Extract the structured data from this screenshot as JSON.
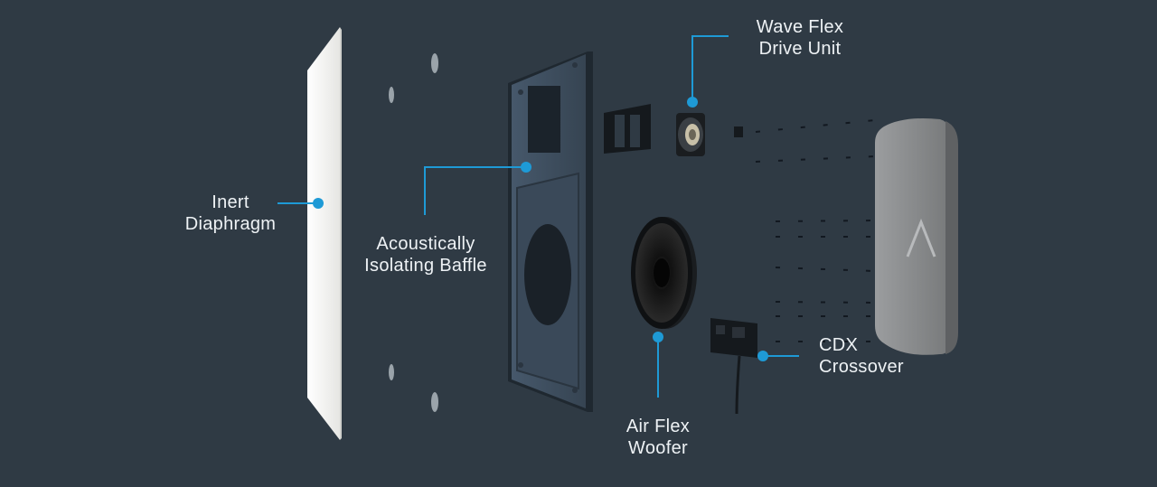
{
  "colors": {
    "background": "#2f3a44",
    "callout": "#1e9ad6",
    "label": "#eef2f5",
    "panel": "#f3f3f1",
    "baffle": "#3e4e5f",
    "back_cover": "#8a8c8e"
  },
  "labels": {
    "inert_diaphragm": {
      "line1": "Inert",
      "line2": "Diaphragm"
    },
    "baffle": {
      "line1": "Acoustically",
      "line2": "Isolating Baffle"
    },
    "wave_flex": {
      "line1": "Wave Flex",
      "line2": "Drive Unit"
    },
    "air_flex": {
      "line1": "Air Flex",
      "line2": "Woofer"
    },
    "cdx": {
      "line1": "CDX",
      "line2": "Crossover"
    }
  },
  "icons": {
    "back_cover_logo": "triangle-logo-icon"
  }
}
